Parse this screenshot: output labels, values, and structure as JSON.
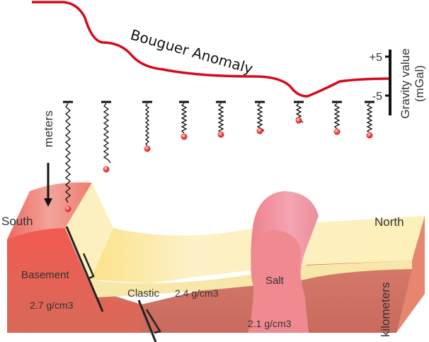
{
  "title": "Bouguer Anomaly",
  "gravity_axis": {
    "label_line1": "Gravity value",
    "label_line2": "(mGal)",
    "tick_plus": "+5",
    "tick_minus": "-5"
  },
  "depth_axis": {
    "top_label": "meters",
    "bottom_label": "kilometers"
  },
  "directions": {
    "left": "South",
    "right": "North"
  },
  "layers": {
    "basement": {
      "name": "Basement",
      "density": "2.7 g/cm3"
    },
    "clastic": {
      "name": "Clastic",
      "density": "2.4 g/cm3"
    },
    "salt": {
      "name": "Salt",
      "density": "2.1 g/cm3"
    }
  },
  "colors": {
    "anomaly_curve": "#d40b1f",
    "basement": "#e96a5e",
    "clastic": "#fbeeb0",
    "salt": "#f08a95",
    "text": "#333333"
  },
  "chart_data": {
    "type": "line",
    "title": "Bouguer Anomaly",
    "ylabel": "Gravity value (mGal)",
    "xlabel": "South to North",
    "yticks": [
      "+5",
      "-5"
    ],
    "series": [
      {
        "name": "Bouguer Anomaly",
        "shape": "high over basement (South), steps down across fault, flat over clastic basin, minimum over salt dome, recovers to baseline North"
      }
    ],
    "spring_gauges": 9
  }
}
